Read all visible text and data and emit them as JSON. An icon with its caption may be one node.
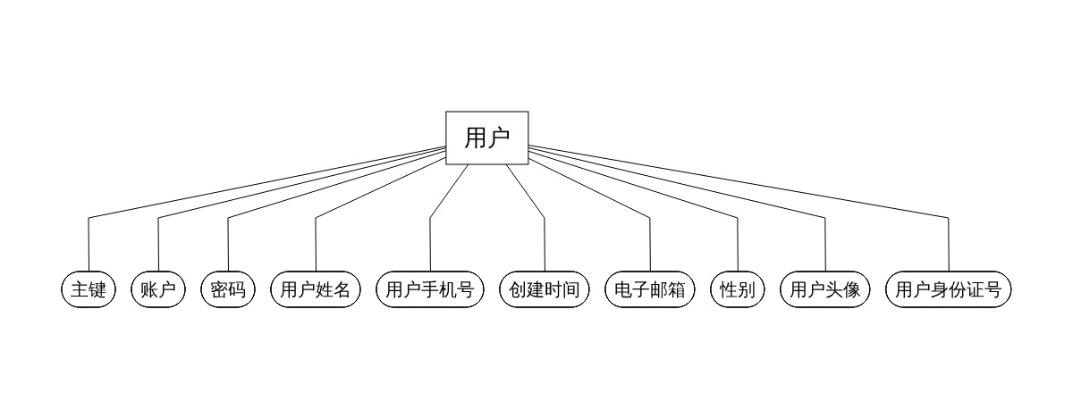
{
  "diagram": {
    "nodes": [
      {
        "text": [
          "主键"
        ]
      },
      {
        "text": [
          "账户"
        ]
      },
      {
        "text": [
          "密码"
        ]
      },
      {
        "text": [
          "用户姓名"
        ]
      },
      {
        "text": [
          "用户手机号"
        ]
      },
      {
        "text": [
          "创建时间"
        ]
      },
      {
        "text": [
          "电子邮箱"
        ]
      },
      {
        "text": [
          "性别"
        ]
      },
      {
        "text": [
          "用户头像"
        ]
      },
      {
        "text": [
          "用户身份证号"
        ]
      },
      {
        "text": [
          "用户"
        ]
      }
    ],
    "edges": [
      {
        "from": 10,
        "to": 0,
        "arrow": "none"
      },
      {
        "from": 10,
        "to": 1,
        "arrow": "none"
      },
      {
        "from": 10,
        "to": 2,
        "arrow": "none"
      },
      {
        "from": 10,
        "to": 3,
        "arrow": "none"
      },
      {
        "from": 10,
        "to": 4,
        "arrow": "none"
      },
      {
        "from": 10,
        "to": 5,
        "arrow": "none"
      },
      {
        "from": 10,
        "to": 6,
        "arrow": "none"
      },
      {
        "from": 10,
        "to": 7,
        "arrow": "none"
      },
      {
        "from": 10,
        "to": 8,
        "arrow": "none"
      },
      {
        "from": 10,
        "to": 9,
        "arrow": "none"
      }
    ]
  }
}
